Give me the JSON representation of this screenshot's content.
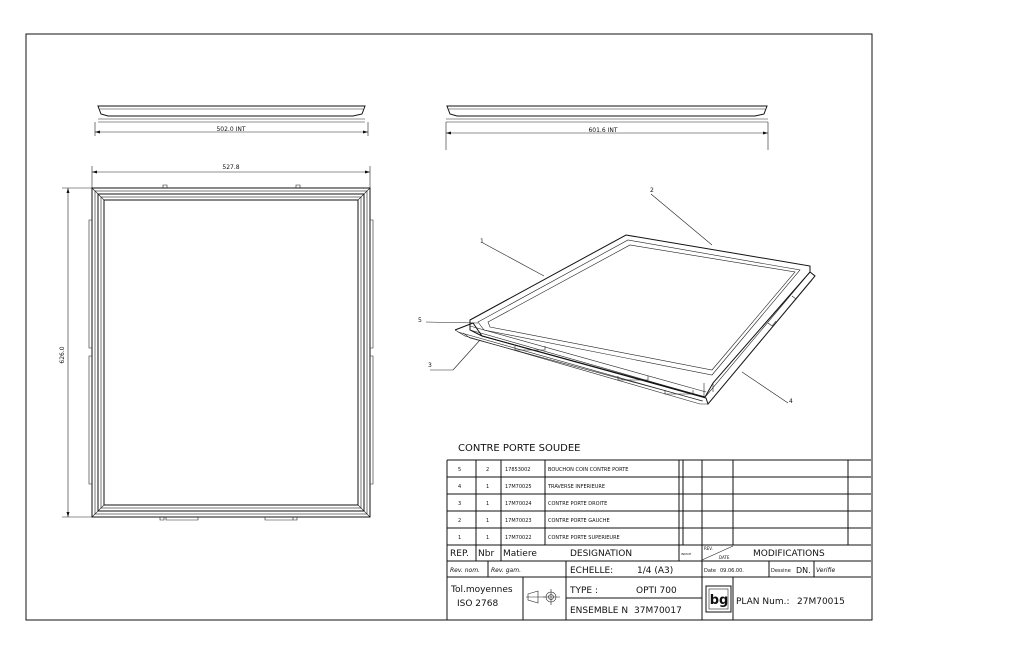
{
  "drawing": {
    "title": "CONTRE PORTE SOUDEE",
    "dimensions": {
      "top_left_width": "502.0 INT",
      "top_right_width": "601.6 INT",
      "overall_width": "527.8",
      "overall_height": "626.0"
    },
    "callouts": [
      "1",
      "2",
      "3",
      "4",
      "5"
    ]
  },
  "parts_list": {
    "rows": [
      {
        "rep": "5",
        "nbr": "2",
        "ref": "17853002",
        "designation": "BOUCHON COIN CONTRE PORTE"
      },
      {
        "rep": "4",
        "nbr": "1",
        "ref": "17M70025",
        "designation": "TRAVERSE INFERIEURE"
      },
      {
        "rep": "3",
        "nbr": "1",
        "ref": "17M70024",
        "designation": "CONTRE PORTE DROITE"
      },
      {
        "rep": "2",
        "nbr": "1",
        "ref": "17M70023",
        "designation": "CONTRE PORTE GAUCHE"
      },
      {
        "rep": "1",
        "nbr": "1",
        "ref": "17M70022",
        "designation": "CONTRE PORTE SUPERIEURE"
      }
    ],
    "headers": {
      "rep": "REP.",
      "nbr": "Nbr",
      "matiere": "Matiere",
      "designation": "DESIGNATION",
      "indice": "INDICE",
      "rev": "REV.",
      "date": "DATE",
      "modifications": "MODIFICATIONS"
    }
  },
  "title_block": {
    "rev_nom": "Rev. nom.",
    "rev_gam": "Rev. gam.",
    "echelle_label": "ECHELLE:",
    "echelle_value": "1/4 (A3)",
    "date_label": "Date",
    "date_value": "09.06.00.",
    "dessine_label": "Dessine",
    "dessine_value": "DN.",
    "verifie_label": "Verifie",
    "tolerance_line1": "Tol.moyennes",
    "tolerance_line2": "ISO 2768",
    "type_label": "TYPE :",
    "type_value": "OPTI 700",
    "ensemble_label": "ENSEMBLE N",
    "ensemble_value": "37M70017",
    "logo": "bg",
    "plan_label": "PLAN Num.:",
    "plan_value": "27M70015"
  }
}
